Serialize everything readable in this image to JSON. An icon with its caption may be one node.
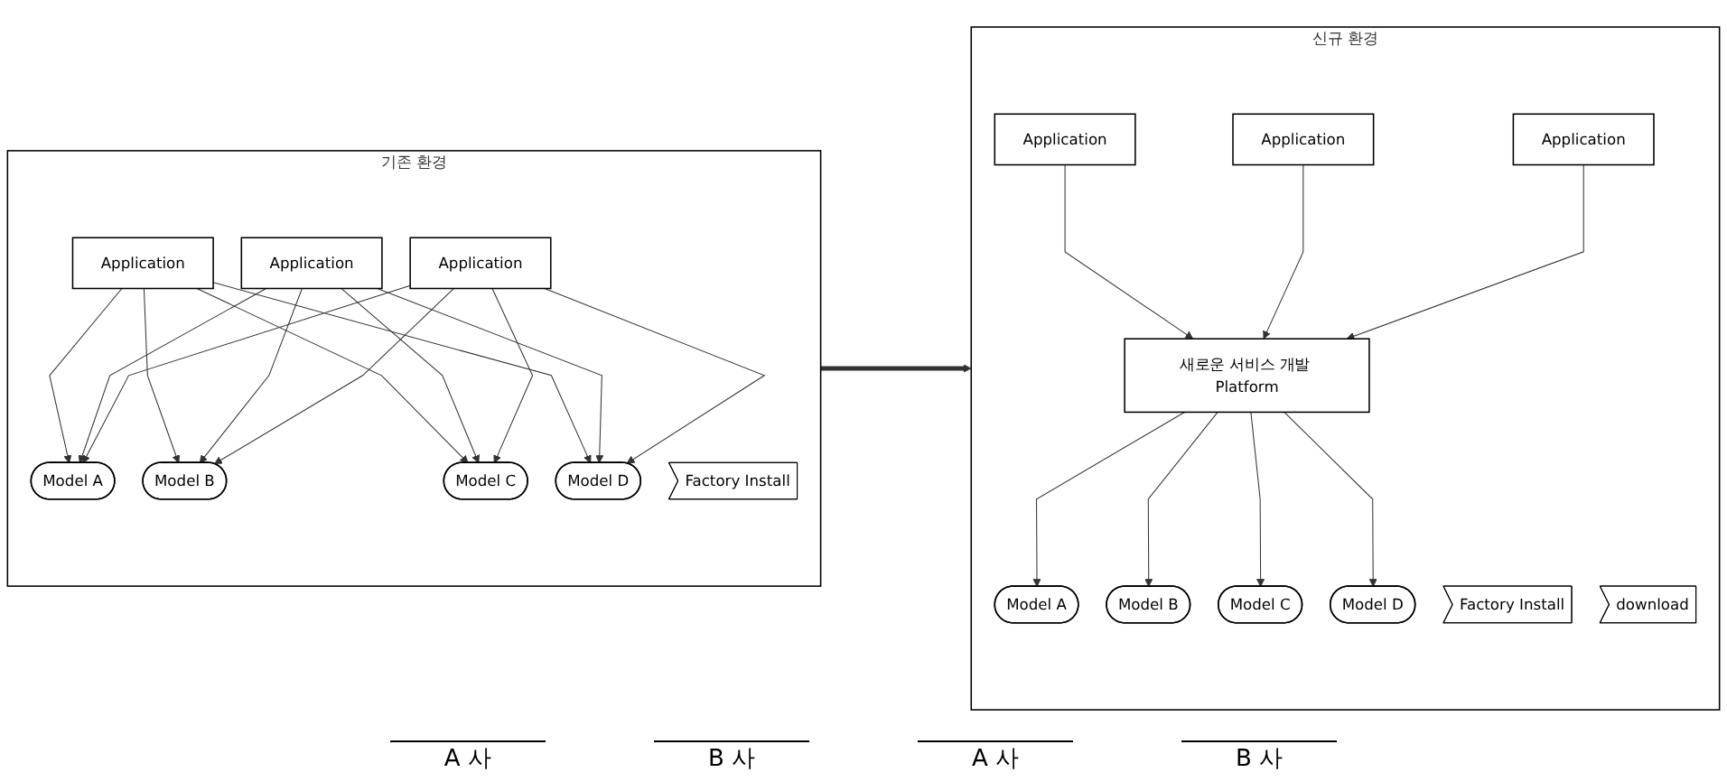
{
  "diagram": {
    "nodes": [
      {
        "text": [
          "기존 환경"
        ]
      },
      {
        "text": [
          "Application"
        ],
        "in": 0
      },
      {
        "text": [
          "Application"
        ],
        "in": 0
      },
      {
        "text": [
          "Application"
        ],
        "in": 0
      },
      {
        "text": [
          "Factory Install"
        ],
        "in": 0
      },
      {
        "text": [
          "Model A"
        ],
        "in": 0
      },
      {
        "text": [
          "Model B"
        ],
        "in": 0
      },
      {
        "text": [
          "Model C"
        ],
        "in": 0
      },
      {
        "text": [
          "Model D"
        ],
        "in": 0
      },
      {
        "text": [
          "신규 환경"
        ]
      },
      {
        "text": [
          "Application"
        ],
        "in": 9
      },
      {
        "text": [
          "Application"
        ],
        "in": 9
      },
      {
        "text": [
          "Application"
        ],
        "in": 9
      },
      {
        "text": [
          "Factory Install"
        ],
        "in": 9
      },
      {
        "text": [
          "download"
        ],
        "in": 9
      },
      {
        "text": [
          "새로운 서비스 개발 Platform"
        ],
        "in": 9
      },
      {
        "text": [
          "Model A"
        ],
        "in": 9
      },
      {
        "text": [
          "Model B"
        ],
        "in": 9
      },
      {
        "text": [
          "Model C"
        ],
        "in": 9
      },
      {
        "text": [
          "Model D"
        ],
        "in": 9
      }
    ],
    "edges": [
      {
        "from": 1,
        "to": 5,
        "arrow": "to"
      },
      {
        "from": 1,
        "to": 6,
        "arrow": "to"
      },
      {
        "from": 1,
        "to": 7,
        "arrow": "to"
      },
      {
        "from": 1,
        "to": 8,
        "arrow": "to"
      },
      {
        "from": 2,
        "to": 5,
        "arrow": "to"
      },
      {
        "from": 2,
        "to": 6,
        "arrow": "to"
      },
      {
        "from": 2,
        "to": 7,
        "arrow": "to"
      },
      {
        "from": 2,
        "to": 8,
        "arrow": "to"
      },
      {
        "from": 3,
        "to": 5,
        "arrow": "to"
      },
      {
        "from": 3,
        "to": 6,
        "arrow": "to"
      },
      {
        "from": 3,
        "to": 7,
        "arrow": "to"
      },
      {
        "from": 3,
        "to": 8,
        "arrow": "to"
      },
      {
        "from": 0,
        "to": 9,
        "arrow": "to",
        "style": "thick"
      },
      {
        "from": 10,
        "to": 15,
        "arrow": "to"
      },
      {
        "from": 11,
        "to": 15,
        "arrow": "to"
      },
      {
        "from": 12,
        "to": 15,
        "arrow": "to"
      },
      {
        "from": 15,
        "to": 16,
        "arrow": "to"
      },
      {
        "from": 15,
        "to": 17,
        "arrow": "to"
      },
      {
        "from": 15,
        "to": 18,
        "arrow": "to"
      },
      {
        "from": 15,
        "to": 19,
        "arrow": "to"
      }
    ],
    "labels": [
      "A 사",
      "B 사",
      "A 사",
      "B 사"
    ]
  }
}
